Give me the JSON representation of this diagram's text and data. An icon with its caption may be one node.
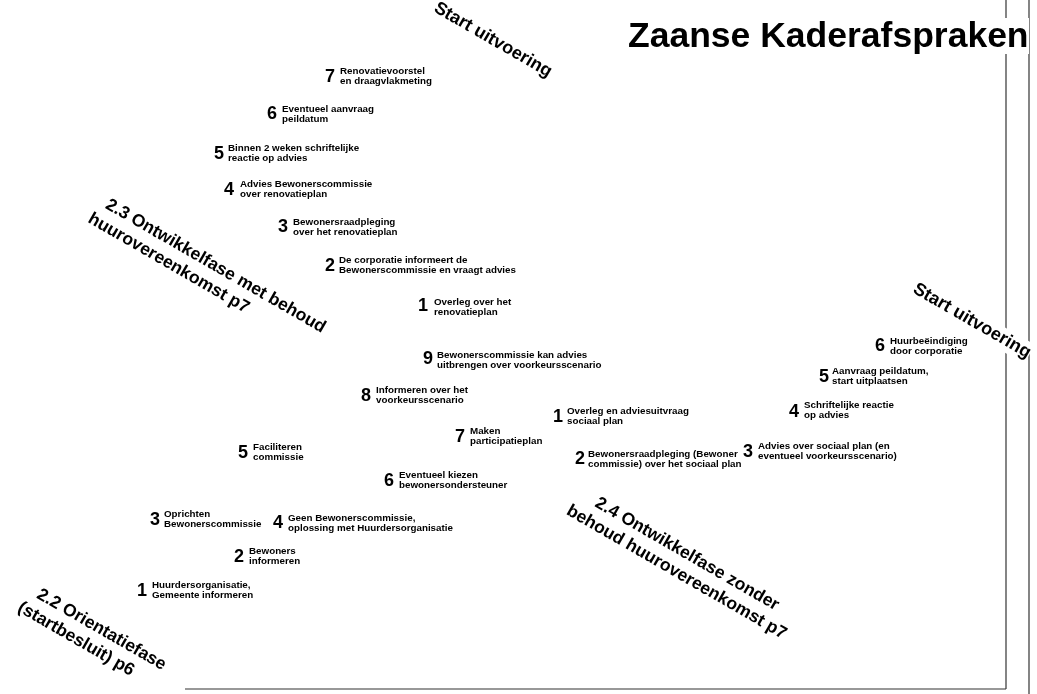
{
  "diagram": {
    "title": "Zaanse Kaderafspraken",
    "labels": [
      "Start uitvoering",
      "7",
      "Renovatievoorstel en draagvlakmeting",
      "6",
      "Eventueel aanvraag peildatum",
      "5",
      "Binnen 2 weken schriftelijke reactie op advies",
      "4",
      "Advies Bewonerscommissie over renovatieplan",
      "2.3 Ontwikkelfase met behoud huurovereenkomst p7",
      "3",
      "Bewonersraadpleging over het renovatieplan",
      "2",
      "De corporatie informeert de Bewonerscommissie en vraagt advies",
      "Start uitvoering",
      "1",
      "Overleg over het renovatieplan",
      "6",
      "Huurbeëindiging door corporatie",
      "9",
      "Bewonerscommissie kan advies uitbrengen over voorkeursscenario",
      "5",
      "Aanvraag peildatum, start uitplaatsen",
      "8",
      "Informeren over het voorkeursscenario",
      "4",
      "Schriftelijke reactie op advies",
      "1",
      "Overleg en adviesuitvraag sociaal plan",
      "7",
      "Maken participatieplan",
      "5",
      "Faciliteren commissie",
      "2",
      "Bewonersraadpleging (Bewoner commissie) over het sociaal plan",
      "3",
      "Advies over sociaal plan (en eventueel voorkeursscenario)",
      "6",
      "Eventueel kiezen bewonersondersteuner",
      "2.4 Ontwikkelfase zonder behoud huurovereenkomst p7",
      "3",
      "Oprichten Bewonerscommissie",
      "4",
      "Geen Bewonerscommissie, oplossing met Huurdersorganisatie",
      "2",
      "Bewoners informeren",
      "1",
      "Huurdersorganisatie, Gemeente informeren",
      "2.2 Orientatiefase (startbesluit) p6"
    ]
  }
}
